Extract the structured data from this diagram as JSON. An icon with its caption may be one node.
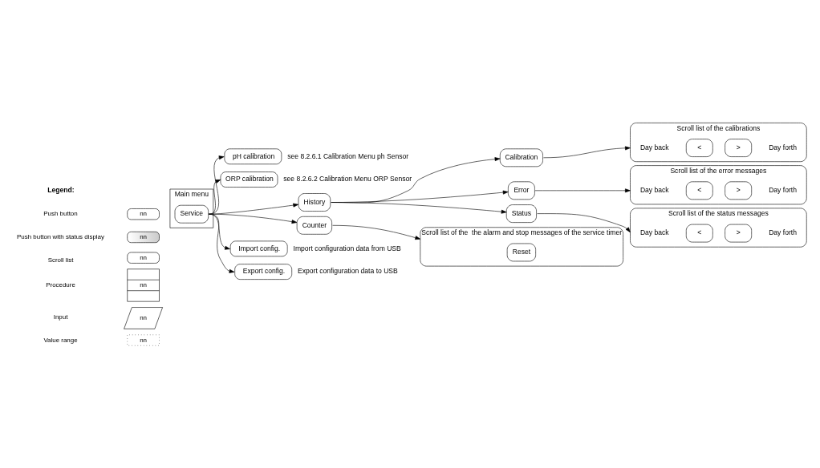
{
  "diagram": {
    "nodes": [
      {
        "text": [
          "Main menu"
        ]
      },
      {
        "text": [
          "Service"
        ],
        "in": 0
      },
      {
        "text": [
          "pH calibration"
        ],
        "beside": [
          "see 8.2.6.1 Calibration Menu ph Sensor"
        ]
      },
      {
        "text": [
          "ORP calibration"
        ],
        "beside": [
          "see 8.2.6.2 Calibration Menu ORP Sensor"
        ]
      },
      {
        "text": [
          "History"
        ]
      },
      {
        "text": [
          "Calibration"
        ]
      },
      {
        "text": [
          "Error"
        ]
      },
      {
        "text": [
          "Status"
        ]
      },
      {
        "text": [
          "Counter"
        ]
      },
      {
        "text": [
          "Import config."
        ],
        "beside": [
          "Import configuration data from USB"
        ]
      },
      {
        "text": [
          "Export config."
        ],
        "beside": [
          "Export configuration data to USB"
        ]
      },
      {
        "text": [
          "Scroll list of the calibrations",
          "Day back",
          "Day forth"
        ]
      },
      {
        "text": [
          "<"
        ],
        "in": 11
      },
      {
        "text": [
          ">"
        ],
        "in": 11
      },
      {
        "text": [
          "Scroll list of the error messages",
          "Day back",
          "Day forth"
        ]
      },
      {
        "text": [
          "<"
        ],
        "in": 14
      },
      {
        "text": [
          ">"
        ],
        "in": 14
      },
      {
        "text": [
          "Scroll list of the status messages",
          "Day back",
          "Day forth"
        ]
      },
      {
        "text": [
          "<"
        ],
        "in": 17
      },
      {
        "text": [
          ">"
        ],
        "in": 17
      },
      {
        "text": [
          "Scroll list of the  the alarm and stop messages of the service timer"
        ]
      },
      {
        "text": [
          "Reset"
        ],
        "in": 20
      }
    ],
    "edges": [
      {
        "from": 1,
        "to": 2,
        "arrow": "to"
      },
      {
        "from": 1,
        "to": 3,
        "arrow": "to"
      },
      {
        "from": 1,
        "to": 4,
        "arrow": "to"
      },
      {
        "from": 4,
        "to": 5,
        "arrow": "to"
      },
      {
        "from": 4,
        "to": 6,
        "arrow": "to"
      },
      {
        "from": 4,
        "to": 7,
        "arrow": "to"
      },
      {
        "from": 5,
        "to": 11,
        "arrow": "to"
      },
      {
        "from": 6,
        "to": 14,
        "arrow": "to"
      },
      {
        "from": 7,
        "to": 17,
        "arrow": "to"
      },
      {
        "from": 1,
        "to": 8,
        "arrow": "to"
      },
      {
        "from": 8,
        "to": 20,
        "arrow": "to"
      },
      {
        "from": 1,
        "to": 9,
        "arrow": "to"
      },
      {
        "from": 1,
        "to": 10,
        "arrow": "to"
      }
    ],
    "labels": [
      "Legend:",
      "nn",
      "nn",
      "nn",
      "nn",
      "nn",
      "nn"
    ],
    "legend": [
      {
        "text": "Push button"
      },
      {
        "text": "Push button with status display"
      },
      {
        "text": "Scroll list"
      },
      {
        "text": "Procedure"
      },
      {
        "text": "Input"
      },
      {
        "text": "Value range"
      }
    ]
  }
}
